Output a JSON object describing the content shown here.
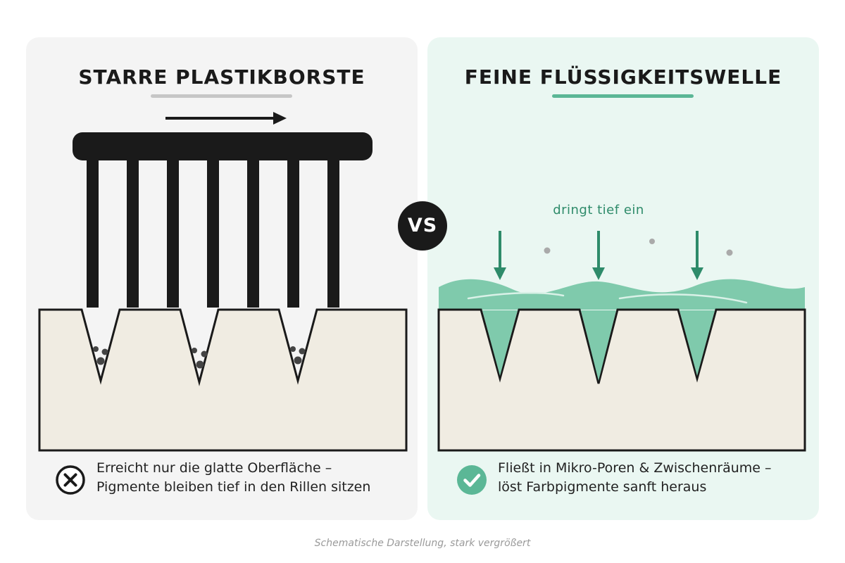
{
  "left_panel": {
    "title": "STARRE PLASTIKBORSTE",
    "caption_line1": "Erreicht nur die glatte Oberfläche –",
    "caption_line2": "Pigmente bleiben tief in den Rillen sitzen",
    "status_icon": "x-circle-icon"
  },
  "right_panel": {
    "title": "FEINE FLÜSSIGKEITSWELLE",
    "annotation": "dringt tief ein",
    "caption_line1": "Fließt in Mikro-Poren & Zwischenräume –",
    "caption_line2": "löst Farbpigmente sanft heraus",
    "status_icon": "check-circle-icon"
  },
  "vs_label": "VS",
  "footnote": "Schematische Darstellung, stark vergrößert",
  "colors": {
    "left_bg": "#f4f4f4",
    "right_bg": "#eaf7f2",
    "bristle": "#1a1a1a",
    "surface": "#f0ece2",
    "liquid": "#7fcaac",
    "accent_green": "#2e8b6a",
    "underline_grey": "#c6c6c6",
    "underline_green": "#5bb796"
  }
}
